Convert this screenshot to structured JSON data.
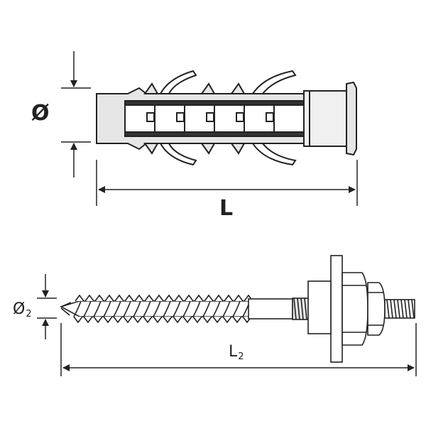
{
  "plug": {
    "diameter_label": "Ø",
    "length_label": "L"
  },
  "screw": {
    "diameter_label": "Ø",
    "diameter_subscript": "2",
    "length_label": "L",
    "length_subscript": "2"
  },
  "colors": {
    "stroke": "#222222",
    "fill_light": "#e6e6e6",
    "fill_white": "#ffffff",
    "fill_dark": "#333333"
  }
}
